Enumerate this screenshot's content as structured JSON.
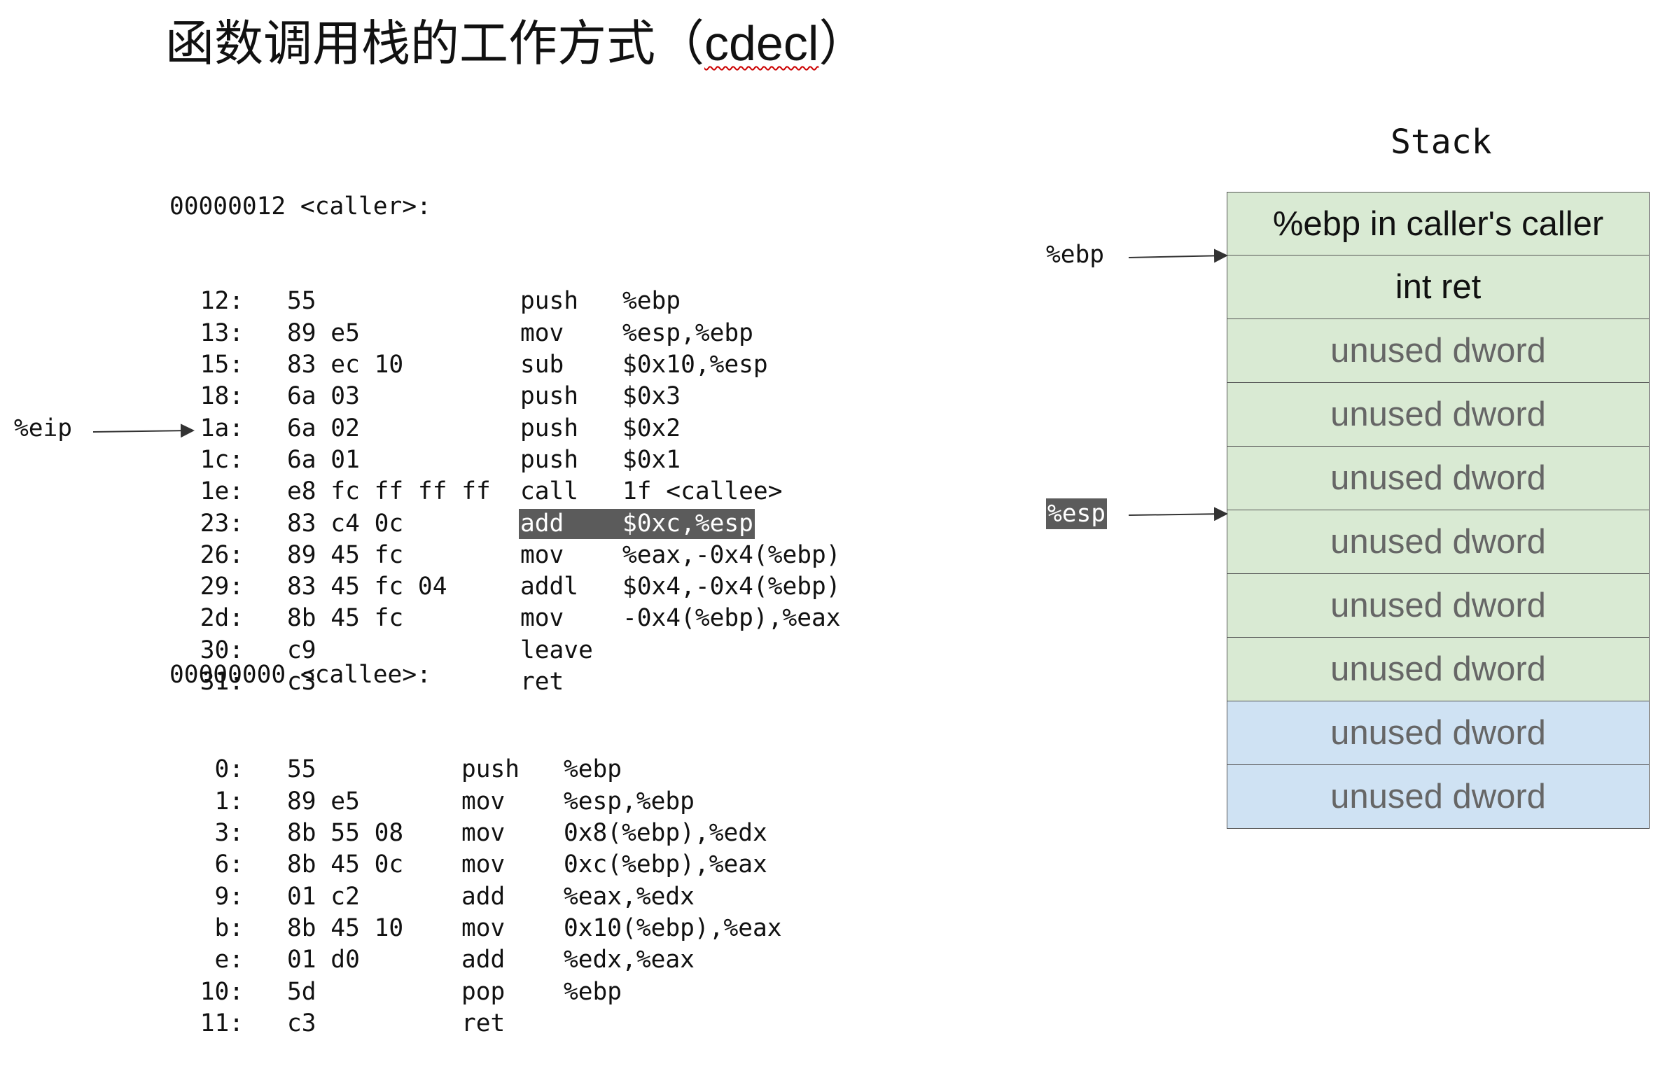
{
  "title": {
    "cjk": "函数调用栈的工作方式",
    "open_paren": "（",
    "cdecl": "cdecl",
    "close_paren": "）"
  },
  "caller": {
    "header": "00000012 <caller>:",
    "lines": [
      {
        "addr": "12:",
        "bytes": "55",
        "mnemonic": "push",
        "operands": "%ebp"
      },
      {
        "addr": "13:",
        "bytes": "89 e5",
        "mnemonic": "mov",
        "operands": "%esp,%ebp"
      },
      {
        "addr": "15:",
        "bytes": "83 ec 10",
        "mnemonic": "sub",
        "operands": "$0x10,%esp"
      },
      {
        "addr": "18:",
        "bytes": "6a 03",
        "mnemonic": "push",
        "operands": "$0x3"
      },
      {
        "addr": "1a:",
        "bytes": "6a 02",
        "mnemonic": "push",
        "operands": "$0x2"
      },
      {
        "addr": "1c:",
        "bytes": "6a 01",
        "mnemonic": "push",
        "operands": "$0x1"
      },
      {
        "addr": "1e:",
        "bytes": "e8 fc ff ff ff",
        "mnemonic": "call",
        "operands": "1f <callee>"
      },
      {
        "addr": "23:",
        "bytes": "83 c4 0c",
        "mnemonic": "add",
        "operands": "$0xc,%esp"
      },
      {
        "addr": "26:",
        "bytes": "89 45 fc",
        "mnemonic": "mov",
        "operands": "%eax,-0x4(%ebp)"
      },
      {
        "addr": "29:",
        "bytes": "83 45 fc 04",
        "mnemonic": "addl",
        "operands": "$0x4,-0x4(%ebp)"
      },
      {
        "addr": "2d:",
        "bytes": "8b 45 fc",
        "mnemonic": "mov",
        "operands": "-0x4(%ebp),%eax"
      },
      {
        "addr": "30:",
        "bytes": "c9",
        "mnemonic": "leave",
        "operands": ""
      },
      {
        "addr": "31:",
        "bytes": "c3",
        "mnemonic": "ret",
        "operands": ""
      }
    ],
    "highlighted_line": 7
  },
  "callee": {
    "header": "00000000 <callee>:",
    "lines": [
      {
        "addr": "0:",
        "bytes": "55",
        "mnemonic": "push",
        "operands": "%ebp"
      },
      {
        "addr": "1:",
        "bytes": "89 e5",
        "mnemonic": "mov",
        "operands": "%esp,%ebp"
      },
      {
        "addr": "3:",
        "bytes": "8b 55 08",
        "mnemonic": "mov",
        "operands": "0x8(%ebp),%edx"
      },
      {
        "addr": "6:",
        "bytes": "8b 45 0c",
        "mnemonic": "mov",
        "operands": "0xc(%ebp),%eax"
      },
      {
        "addr": "9:",
        "bytes": "01 c2",
        "mnemonic": "add",
        "operands": "%eax,%edx"
      },
      {
        "addr": "b:",
        "bytes": "8b 45 10",
        "mnemonic": "mov",
        "operands": "0x10(%ebp),%eax"
      },
      {
        "addr": "e:",
        "bytes": "01 d0",
        "mnemonic": "add",
        "operands": "%edx,%eax"
      },
      {
        "addr": "10:",
        "bytes": "5d",
        "mnemonic": "pop",
        "operands": "%ebp"
      },
      {
        "addr": "11:",
        "bytes": "c3",
        "mnemonic": "ret",
        "operands": ""
      }
    ]
  },
  "pointers": {
    "eip": "%eip",
    "ebp": "%ebp",
    "esp": "%esp"
  },
  "stack": {
    "title": "Stack",
    "cells": [
      {
        "label": "%ebp in caller's caller",
        "fill": "green",
        "text_tone": "dark"
      },
      {
        "label": "int ret",
        "fill": "green",
        "text_tone": "dark"
      },
      {
        "label": "unused dword",
        "fill": "green",
        "text_tone": "grey"
      },
      {
        "label": "unused dword",
        "fill": "green",
        "text_tone": "grey"
      },
      {
        "label": "unused dword",
        "fill": "green",
        "text_tone": "grey"
      },
      {
        "label": "unused dword",
        "fill": "green",
        "text_tone": "grey"
      },
      {
        "label": "unused dword",
        "fill": "green",
        "text_tone": "grey"
      },
      {
        "label": "unused dword",
        "fill": "green",
        "text_tone": "grey"
      },
      {
        "label": "unused dword",
        "fill": "blue",
        "text_tone": "grey"
      },
      {
        "label": "unused dword",
        "fill": "blue",
        "text_tone": "grey"
      }
    ]
  },
  "colors": {
    "green_cell": "#d9ead3",
    "blue_cell": "#cfe2f3",
    "highlight": "#5b5b5b"
  }
}
